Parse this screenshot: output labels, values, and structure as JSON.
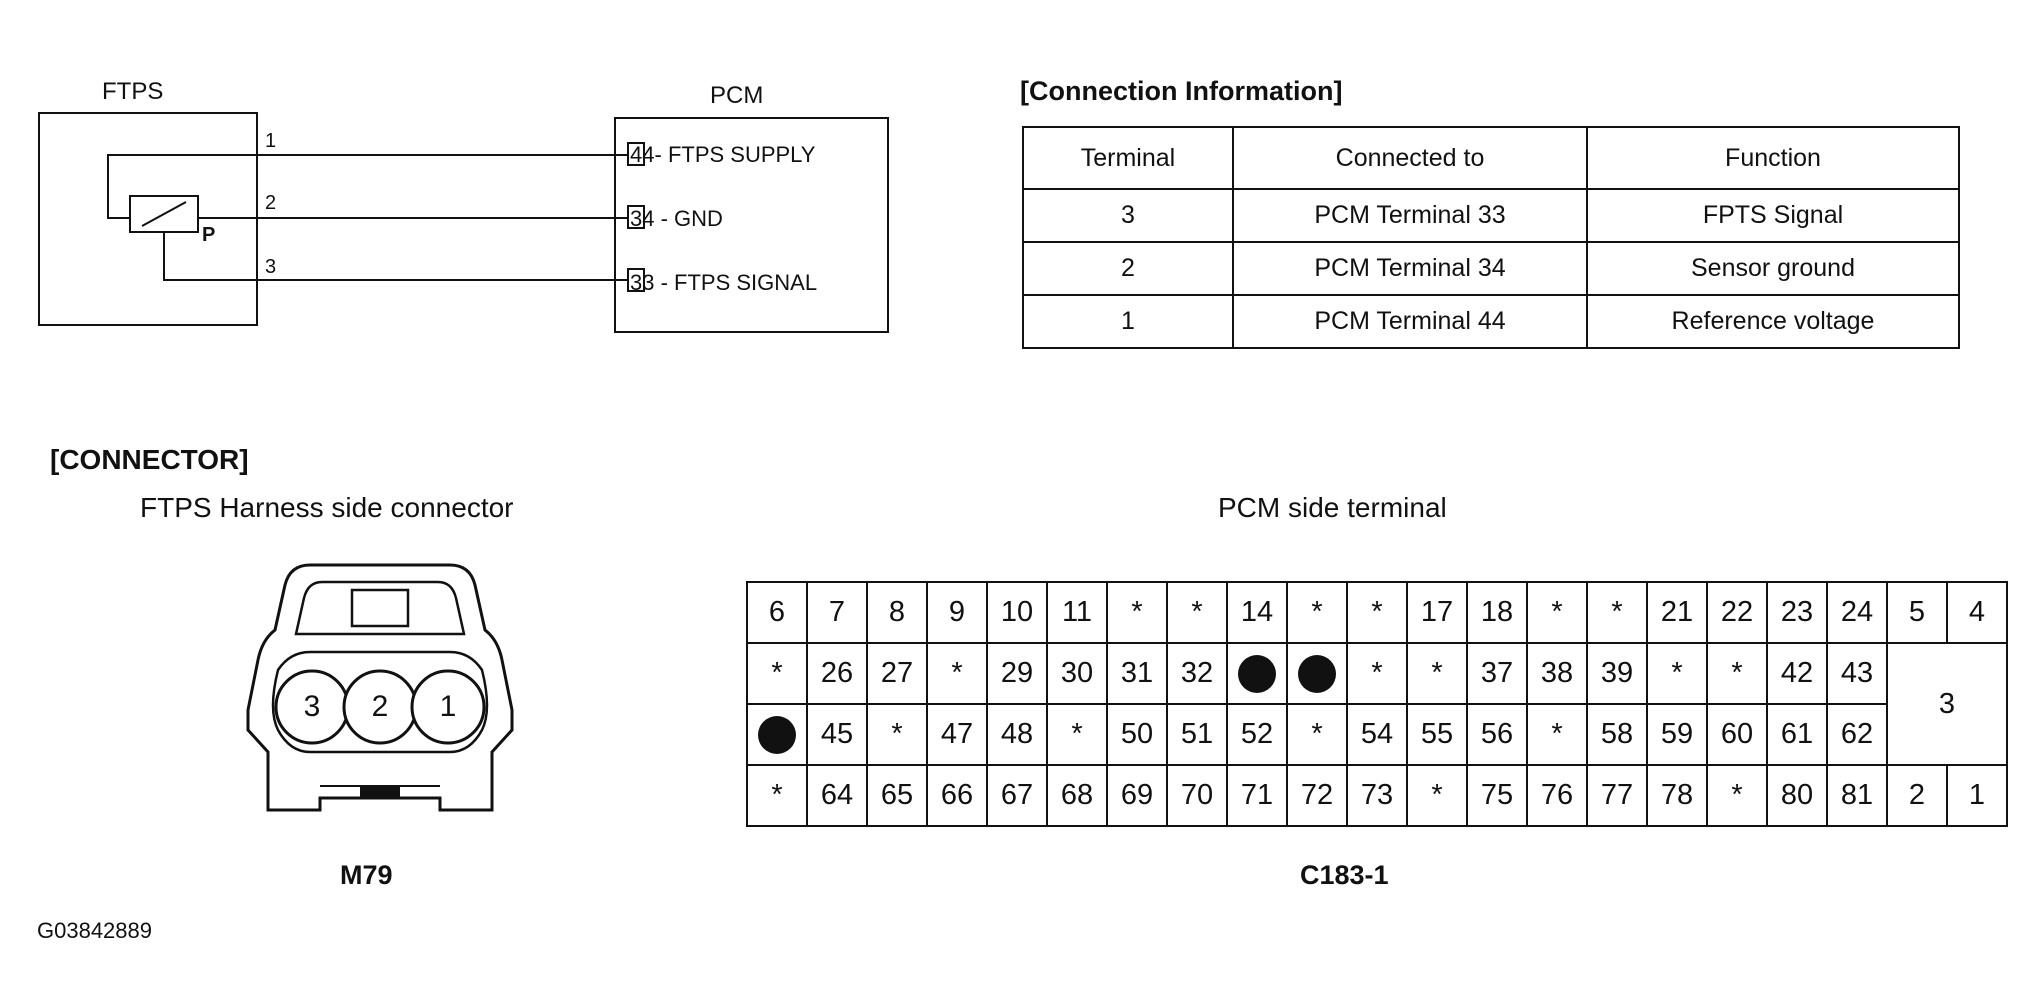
{
  "schematic": {
    "sensor_label": "FTPS",
    "pcm_label": "PCM",
    "sensor_pins": [
      "1",
      "2",
      "3"
    ],
    "sensor_p_label": "P",
    "pcm_pins": [
      {
        "num": "44",
        "name": "FTPS SUPPLY"
      },
      {
        "num": "34",
        "name": "GND"
      },
      {
        "num": "33",
        "name": "FTPS SIGNAL"
      }
    ]
  },
  "connection_info": {
    "title": "[Connection Information]",
    "headers": [
      "Terminal",
      "Connected to",
      "Function"
    ],
    "rows": [
      [
        "3",
        "PCM Terminal 33",
        "FPTS Signal"
      ],
      [
        "2",
        "PCM Terminal 34",
        "Sensor ground"
      ],
      [
        "1",
        "PCM Terminal 44",
        "Reference voltage"
      ]
    ]
  },
  "connector": {
    "title": "[CONNECTOR]",
    "harness_label": "FTPS Harness side connector",
    "harness_pins": [
      "3",
      "2",
      "1"
    ],
    "harness_code": "M79",
    "pcm_label": "PCM side terminal",
    "pcm_code": "C183-1",
    "pcm_grid": [
      [
        "6",
        "7",
        "8",
        "9",
        "10",
        "11",
        "*",
        "*",
        "14",
        "*",
        "*",
        "17",
        "18",
        "*",
        "*",
        "21",
        "22",
        "23",
        "24"
      ],
      [
        "*",
        "26",
        "27",
        "*",
        "29",
        "30",
        "31",
        "32",
        "●",
        "●",
        "*",
        "*",
        "37",
        "38",
        "39",
        "*",
        "*",
        "42",
        "43"
      ],
      [
        "●",
        "45",
        "*",
        "47",
        "48",
        "*",
        "50",
        "51",
        "52",
        "*",
        "54",
        "55",
        "56",
        "*",
        "58",
        "59",
        "60",
        "61",
        "62"
      ],
      [
        "*",
        "64",
        "65",
        "66",
        "67",
        "68",
        "69",
        "70",
        "71",
        "72",
        "73",
        "*",
        "75",
        "76",
        "77",
        "78",
        "*",
        "80",
        "81"
      ]
    ],
    "pcm_right_block": {
      "top": [
        "5",
        "4"
      ],
      "middle": "3",
      "bottom": [
        "2",
        "1"
      ]
    }
  },
  "figure_id": "G03842889"
}
